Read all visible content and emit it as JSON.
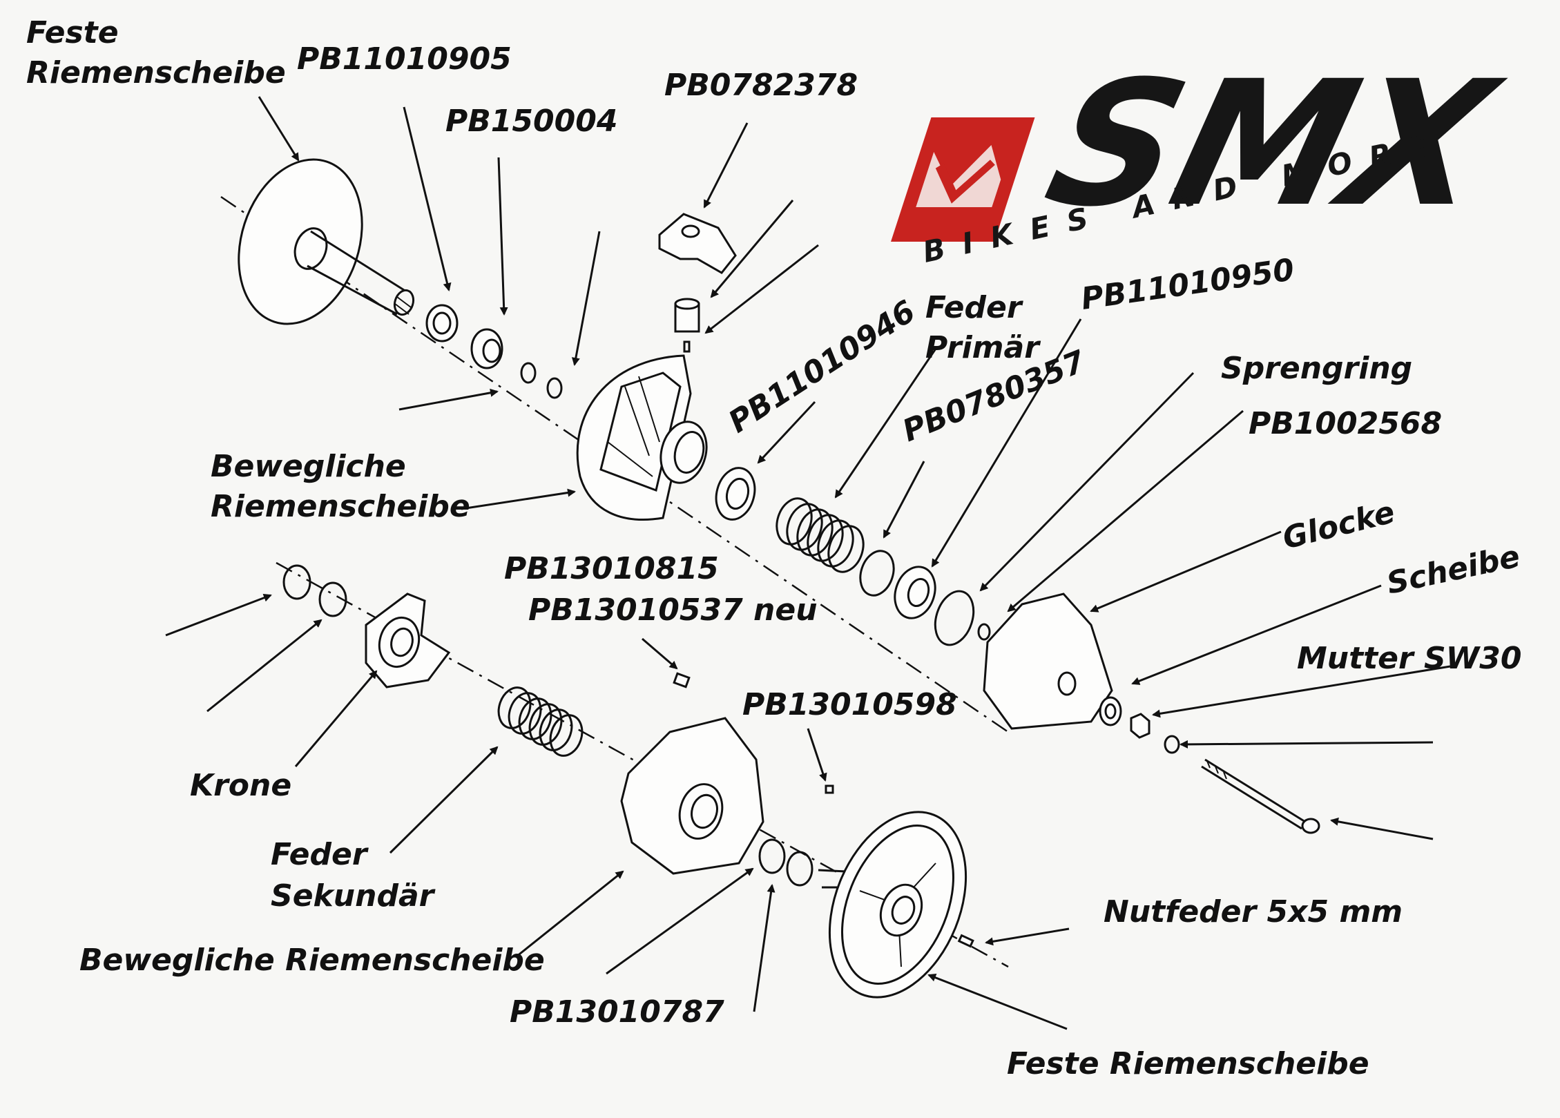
{
  "logo": {
    "brand": "SMX",
    "tagline": "BIKES AND MORE",
    "colors": {
      "red": "#c8231f",
      "black": "#161616"
    }
  },
  "labels": {
    "feste_riemenscheibe_top": [
      "Feste",
      "Riemenscheibe"
    ],
    "pb11010905": "PB11010905",
    "pb150004": "PB150004",
    "pb0782378": "PB0782378",
    "pb11010946": "PB11010946",
    "feder_primaer": [
      "Feder",
      "Primär"
    ],
    "pb11010950": "PB11010950",
    "pb0780357": "PB0780357",
    "sprengring": "Sprengring",
    "pb1002568": "PB1002568",
    "glocke": "Glocke",
    "scheibe": "Scheibe",
    "mutter": "Mutter SW30",
    "bewegliche_top": [
      "Bewegliche",
      "Riemenscheibe"
    ],
    "pb13010815": "PB13010815",
    "pb13010537": "PB13010537 neu",
    "pb13010598": "PB13010598",
    "krone": "Krone",
    "feder_sekundaer": [
      "Feder",
      "Sekundär"
    ],
    "bewegliche_bottom": "Bewegliche Riemenscheibe",
    "pb13010787": "PB13010787",
    "nutfeder": "Nutfeder 5x5 mm",
    "feste_riemenscheibe_bottom": "Feste Riemenscheibe"
  }
}
